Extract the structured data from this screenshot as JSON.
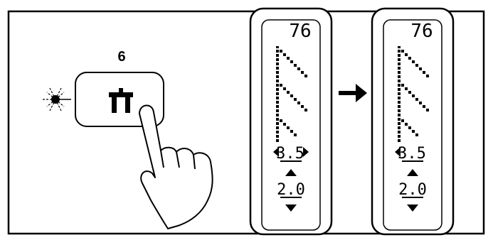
{
  "button": {
    "number": "6",
    "icon": "double-needle-icon"
  },
  "indicator": {
    "icon": "lit-led-icon"
  },
  "arrow": {
    "icon": "right-arrow-icon"
  },
  "screens": [
    {
      "pattern_number": "76",
      "width_value": "3.5",
      "length_value": "2.0",
      "width_controls": [
        "left-triangle-icon",
        "right-triangle-icon"
      ],
      "length_controls": [
        "up-triangle-icon",
        "down-triangle-icon"
      ]
    },
    {
      "pattern_number": "76",
      "width_value": "3.5",
      "length_value": "2.0",
      "width_controls": [
        "left-triangle-icon"
      ],
      "length_controls": [
        "up-triangle-icon",
        "down-triangle-icon"
      ]
    }
  ],
  "colors": {
    "stroke": "#000000",
    "background": "#ffffff"
  }
}
